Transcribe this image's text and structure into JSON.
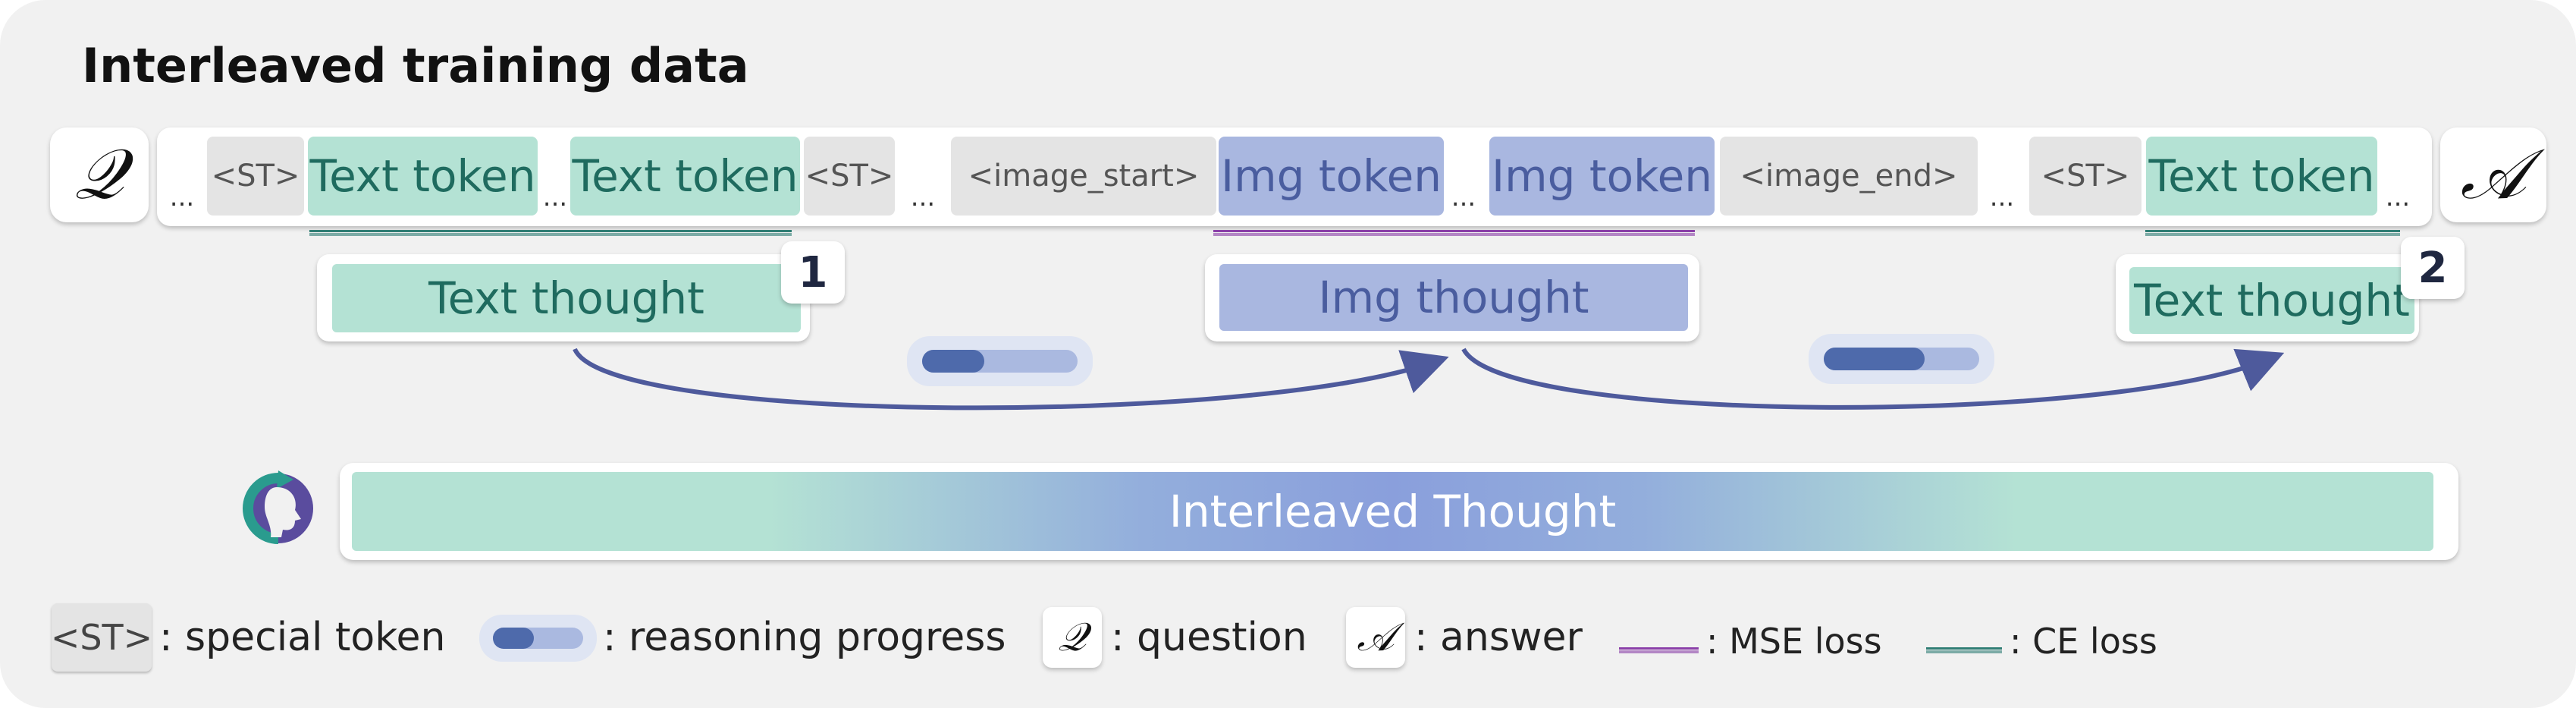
{
  "title": "Interleaved training data",
  "question_symbol": "𝒬",
  "answer_symbol": "𝒜",
  "ellipsis": "...",
  "sequence": {
    "special_token": "<ST>",
    "text_token": "Text token",
    "img_token": "Img token",
    "image_start": "<image_start>",
    "image_end": "<image_end>"
  },
  "thoughts": {
    "text_thought": "Text thought",
    "img_thought": "Img thought",
    "step_1": "1",
    "step_2": "2"
  },
  "reasoning_progress": [
    0.4,
    0.65
  ],
  "interleaved_thought": "Interleaved Thought",
  "legend": {
    "special_token_symbol": "<ST>",
    "special_token_label": ": special token",
    "progress_value": 0.45,
    "progress_label": ": reasoning progress",
    "question_label": ": question",
    "answer_label": ": answer",
    "mse_label": ": MSE loss",
    "ce_label": ": CE loss"
  },
  "colors": {
    "text_token": "#b4e2d4",
    "img_token": "#a9b7e0",
    "special_token": "#e4e4e4",
    "mse_loss": "#8a3fa8",
    "ce_loss": "#2f7d74",
    "arrow": "#4e5a9c"
  }
}
